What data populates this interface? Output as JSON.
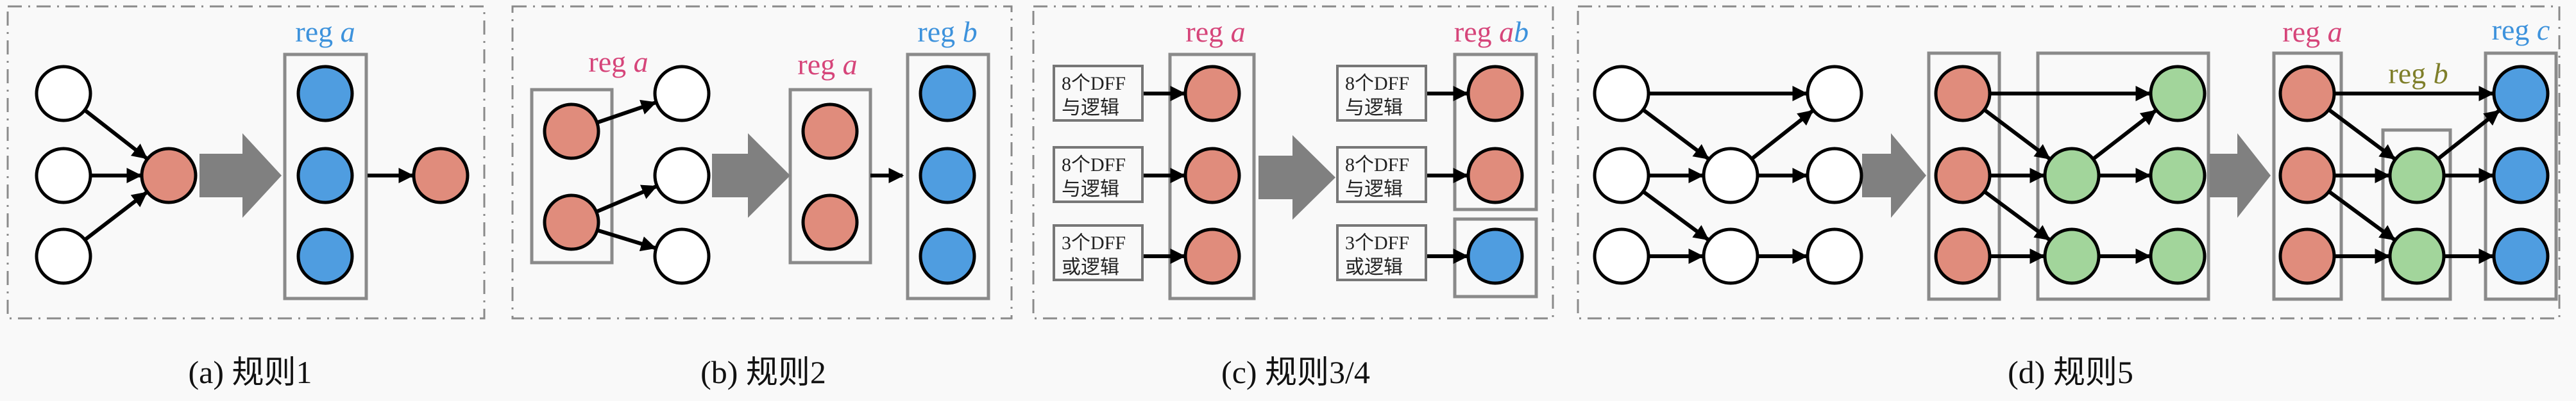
{
  "colors": {
    "reg_a_node": "#e08c7c",
    "reg_b_node": "#4f9de0",
    "green_node": "#a2d59b",
    "white_node": "#ffffff",
    "box_stroke": "#8a8a8a",
    "big_arrow": "#808080",
    "label_pink": "#d6457a",
    "label_blue": "#3d92dc",
    "label_olive": "#7f7f2a"
  },
  "panels": {
    "a": {
      "caption": "(a) 规则1",
      "reg_label": {
        "prefix": "reg",
        "var": "a"
      }
    },
    "b": {
      "caption": "(b) 规则2",
      "reg_a_left": {
        "prefix": "reg",
        "var": "a"
      },
      "reg_a_mid": {
        "prefix": "reg",
        "var": "a"
      },
      "reg_b": {
        "prefix": "reg",
        "var": "b"
      }
    },
    "c": {
      "caption": "(c) 规则3/4",
      "reg_a": {
        "prefix": "reg",
        "var": "a"
      },
      "reg_ab": {
        "prefix": "reg",
        "var1": "a",
        "var2": "b"
      },
      "dff_boxes": [
        {
          "line1": "8个DFF",
          "line2": "与逻辑"
        },
        {
          "line1": "8个DFF",
          "line2": "与逻辑"
        },
        {
          "line1": "3个DFF",
          "line2": "或逻辑"
        }
      ]
    },
    "d": {
      "caption": "(d) 规则5",
      "reg_a": {
        "prefix": "reg",
        "var": "a"
      },
      "reg_b": {
        "prefix": "reg",
        "var": "b"
      },
      "reg_c": {
        "prefix": "reg",
        "var": "c"
      }
    }
  }
}
